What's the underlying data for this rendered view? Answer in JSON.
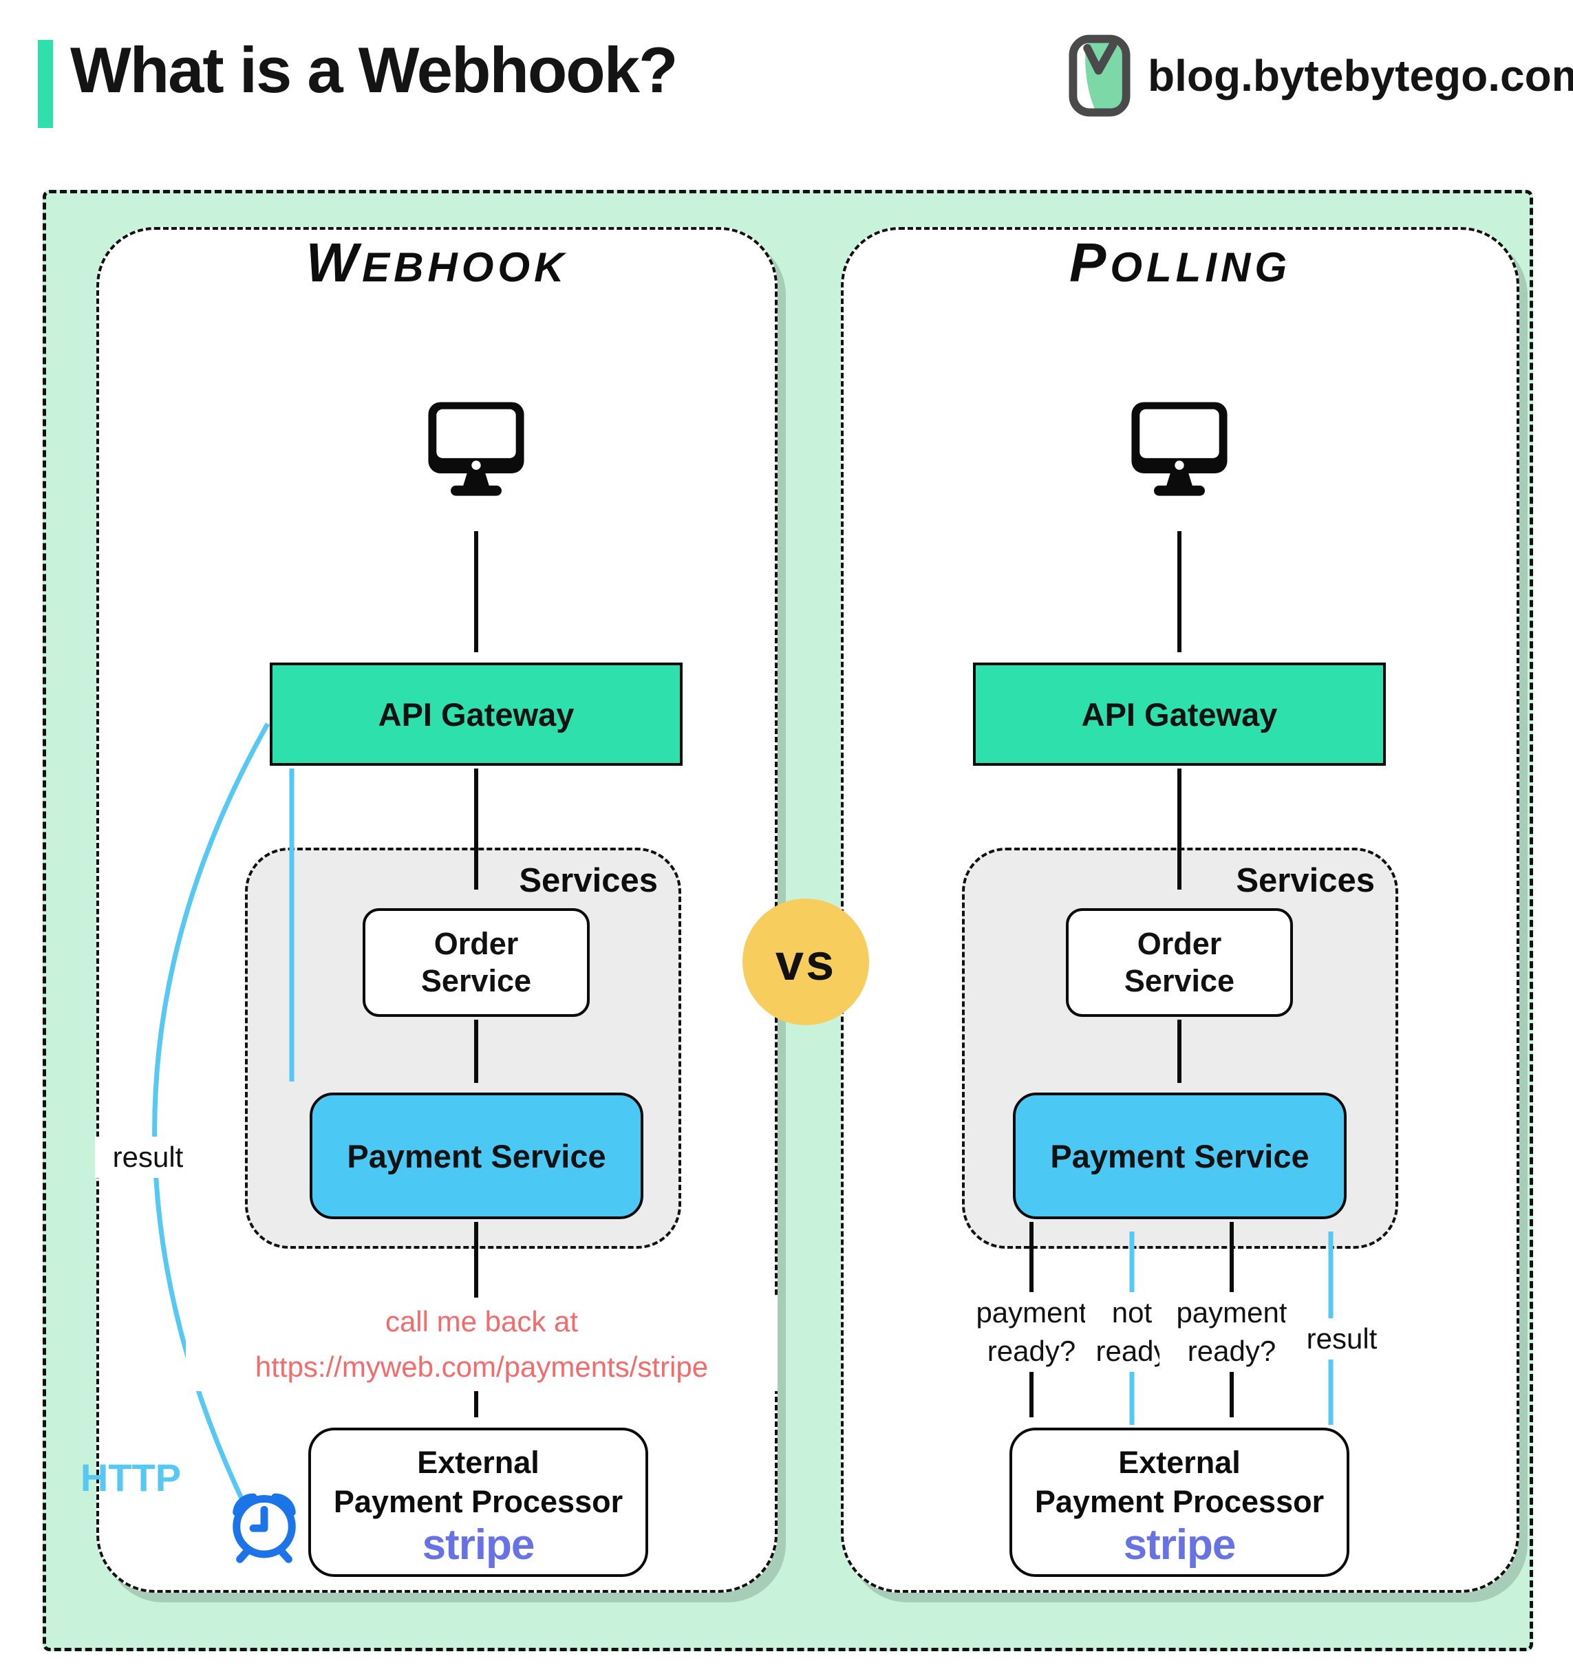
{
  "header": {
    "title": "What is a Webhook?",
    "brand": "blog.bytebytego.com"
  },
  "vs": "vs",
  "webhook": {
    "title": "Webhook",
    "api_gateway": "API Gateway",
    "services": "Services",
    "order_service": "Order Service",
    "payment_service": "Payment Service",
    "external_line1": "External",
    "external_line2": "Payment Processor",
    "stripe": "stripe",
    "result": "result",
    "http": "HTTP",
    "callback_line1": "call me back at",
    "callback_line2": "https://myweb.com/payments/stripe"
  },
  "polling": {
    "title": "Polling",
    "api_gateway": "API Gateway",
    "services": "Services",
    "order_service": "Order Service",
    "payment_service": "Payment Service",
    "external_line1": "External",
    "external_line2": "Payment Processor",
    "stripe": "stripe",
    "q1": "payment ready?",
    "a1": "not ready",
    "q2": "payment ready?",
    "a2": "result"
  },
  "colors": {
    "teal": "#2ee0ac",
    "mint": "#c8f3da",
    "paymentblue": "#4cc8f4",
    "services-gray": "#ececec",
    "yellow": "#f7cd5d",
    "salmon": "#f56b6b",
    "stripe": "#6772e5",
    "arrowblue": "#55c8f4",
    "alarmblue": "#1b74e8",
    "ink": "#0b0b0b"
  }
}
